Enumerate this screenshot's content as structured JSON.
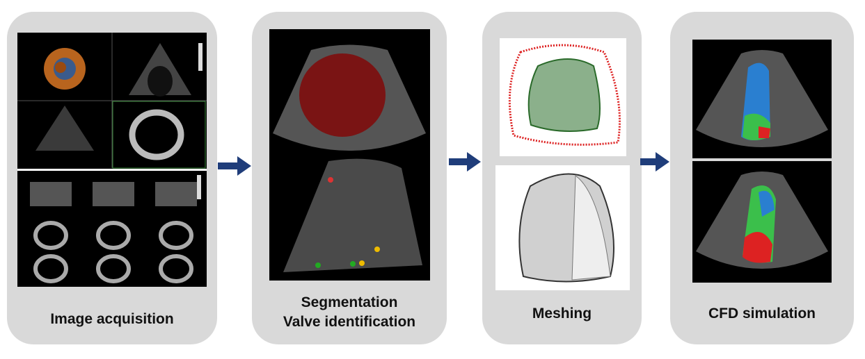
{
  "steps": [
    {
      "label": "Image acquisition"
    },
    {
      "label": "Segmentation",
      "label2": "Valve identification"
    },
    {
      "label": "Meshing"
    },
    {
      "label": "CFD simulation"
    }
  ],
  "colors": {
    "arrow": "#1f3d7a",
    "panel": "#d9d9d9"
  }
}
